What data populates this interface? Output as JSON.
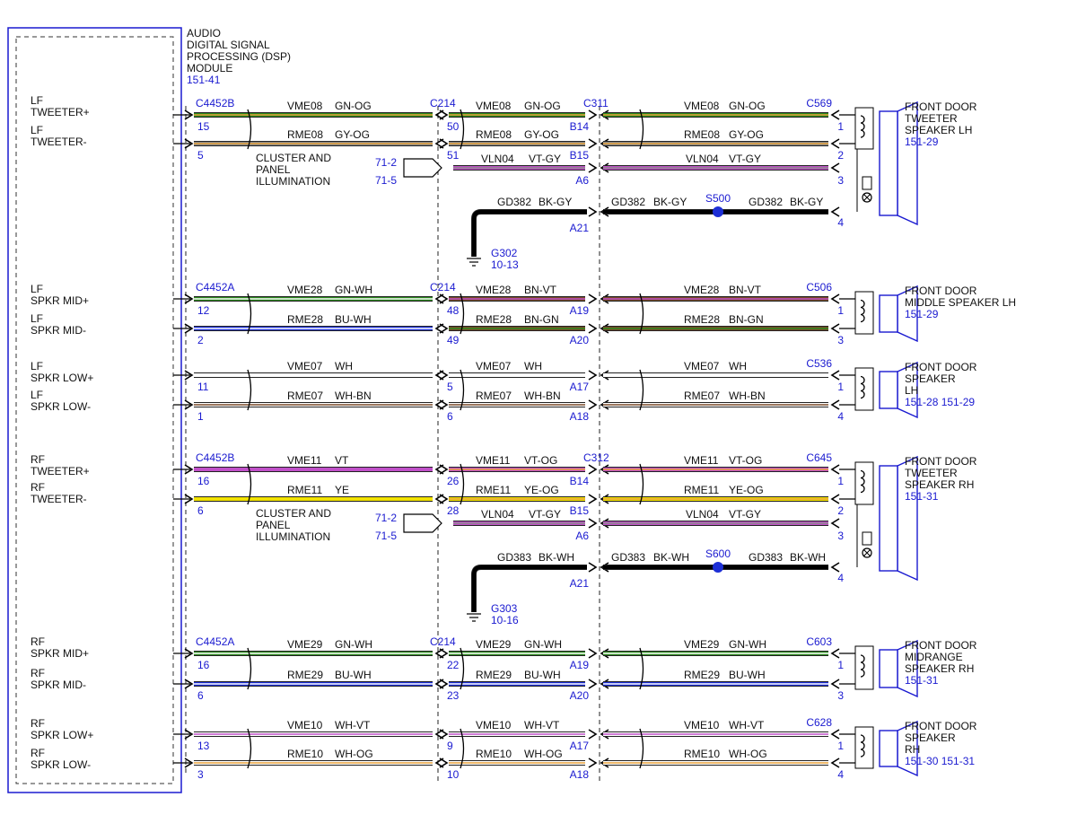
{
  "colors": {
    "blue": "#1a1ad0",
    "GN": "#2c8a1e",
    "OG": "#e8a23a",
    "GY": "#8a8a8a",
    "VT": "#c050c8",
    "BK": "#000000",
    "WH": "#ffffff",
    "BN": "#7a4a28",
    "BU": "#1d2fd6",
    "YE": "#f2e200",
    "PK": "#e8a0b0",
    "RD": "#d43030"
  },
  "module": {
    "title": [
      "AUDIO",
      "DIGITAL SIGNAL",
      "PROCESSING (DSP)",
      "MODULE"
    ],
    "ref": "151-41"
  },
  "illumination_label": [
    "CLUSTER AND",
    "PANEL",
    "ILLUMINATION"
  ],
  "sections": [
    {
      "id": "lf-tweeter",
      "module_connector": "C4452B",
      "inline1": "C214",
      "inline2": "C311",
      "speaker_connector": "C569",
      "speaker": [
        "FRONT DOOR",
        "TWEETER",
        "SPEAKER LH"
      ],
      "speaker_refs": "151-29",
      "wires": [
        {
          "label": [
            "LF",
            "TWEETER+"
          ],
          "pins": [
            "15",
            "50",
            "B14",
            "1"
          ],
          "circuits": [
            "VME08",
            "VME08",
            "VME08"
          ],
          "colors": [
            "GN-OG",
            "GN-OG",
            "GN-OG"
          ]
        },
        {
          "label": [
            "LF",
            "TWEETER-"
          ],
          "pins": [
            "5",
            "51",
            "B15",
            "2"
          ],
          "circuits": [
            "RME08",
            "RME08",
            "RME08"
          ],
          "colors": [
            "GY-OG",
            "GY-OG",
            "GY-OG"
          ]
        }
      ],
      "lamp": {
        "refs": [
          "71-2",
          "71-5"
        ],
        "circuit": "VLN04",
        "color": "VT-GY",
        "pin_mid": "A6",
        "pin_spk": "3"
      },
      "ground": {
        "circuit": "GD382",
        "color": "BK-GY",
        "splice": "S500",
        "pin_mid": "A21",
        "pin_spk": "4",
        "gnode": "G302",
        "gref": "10-13"
      }
    },
    {
      "id": "lf-mid",
      "module_connector": "C4452A",
      "inline1": "C214",
      "speaker_connector": "C506",
      "speaker": [
        "FRONT DOOR",
        "MIDDLE SPEAKER LH"
      ],
      "speaker_refs": "151-29",
      "wires": [
        {
          "label": [
            "LF",
            "SPKR MID+"
          ],
          "pins": [
            "12",
            "48",
            "A19",
            "1"
          ],
          "circuits": [
            "VME28",
            "VME28",
            "VME28"
          ],
          "colors": [
            "GN-WH",
            "BN-VT",
            "BN-VT"
          ]
        },
        {
          "label": [
            "LF",
            "SPKR MID-"
          ],
          "pins": [
            "2",
            "49",
            "A20",
            "3"
          ],
          "circuits": [
            "RME28",
            "RME28",
            "RME28"
          ],
          "colors": [
            "BU-WH",
            "BN-GN",
            "BN-GN"
          ]
        }
      ]
    },
    {
      "id": "lf-low",
      "speaker_connector": "C536",
      "speaker": [
        "FRONT DOOR",
        "SPEAKER",
        "LH"
      ],
      "speaker_refs": "151-28  151-29",
      "wires": [
        {
          "label": [
            "LF",
            "SPKR LOW+"
          ],
          "pins": [
            "11",
            "5",
            "A17",
            "1"
          ],
          "circuits": [
            "VME07",
            "VME07",
            "VME07"
          ],
          "colors": [
            "WH",
            "WH",
            "WH"
          ]
        },
        {
          "label": [
            "LF",
            "SPKR LOW-"
          ],
          "pins": [
            "1",
            "6",
            "A18",
            "4"
          ],
          "circuits": [
            "RME07",
            "RME07",
            "RME07"
          ],
          "colors": [
            "WH-BN",
            "WH-BN",
            "WH-BN"
          ]
        }
      ]
    },
    {
      "id": "rf-tweeter",
      "module_connector": "C4452B",
      "inline2": "C312",
      "speaker_connector": "C645",
      "speaker": [
        "FRONT DOOR",
        "TWEETER",
        "SPEAKER RH"
      ],
      "speaker_refs": "151-31",
      "wires": [
        {
          "label": [
            "RF",
            "TWEETER+"
          ],
          "pins": [
            "16",
            "26",
            "B14",
            "1"
          ],
          "circuits": [
            "VME11",
            "VME11",
            "VME11"
          ],
          "colors": [
            "VT",
            "VT-OG",
            "VT-OG"
          ]
        },
        {
          "label": [
            "RF",
            "TWEETER-"
          ],
          "pins": [
            "6",
            "28",
            "B15",
            "2"
          ],
          "circuits": [
            "RME11",
            "RME11",
            "RME11"
          ],
          "colors": [
            "YE",
            "YE-OG",
            "YE-OG"
          ]
        }
      ],
      "lamp": {
        "refs": [
          "71-2",
          "71-5"
        ],
        "circuit": "VLN04",
        "color": "VT-GY",
        "pin_mid": "A6",
        "pin_spk": "3"
      },
      "ground": {
        "circuit": "GD383",
        "color": "BK-WH",
        "splice": "S600",
        "pin_mid": "A21",
        "pin_spk": "4",
        "gnode": "G303",
        "gref": "10-16"
      }
    },
    {
      "id": "rf-mid",
      "module_connector": "C4452A",
      "inline1": "C214",
      "speaker_connector": "C603",
      "speaker": [
        "FRONT DOOR",
        "MIDRANGE",
        "SPEAKER RH"
      ],
      "speaker_refs": "151-31",
      "wires": [
        {
          "label": [
            "RF",
            "SPKR MID+"
          ],
          "pins": [
            "16",
            "22",
            "A19",
            "1"
          ],
          "circuits": [
            "VME29",
            "VME29",
            "VME29"
          ],
          "colors": [
            "GN-WH",
            "GN-WH",
            "GN-WH"
          ]
        },
        {
          "label": [
            "RF",
            "SPKR MID-"
          ],
          "pins": [
            "6",
            "23",
            "A20",
            "3"
          ],
          "circuits": [
            "RME29",
            "RME29",
            "RME29"
          ],
          "colors": [
            "BU-WH",
            "BU-WH",
            "BU-WH"
          ]
        }
      ]
    },
    {
      "id": "rf-low",
      "speaker_connector": "C628",
      "speaker": [
        "FRONT DOOR",
        "SPEAKER",
        "RH"
      ],
      "speaker_refs": "151-30  151-31",
      "wires": [
        {
          "label": [
            "RF",
            "SPKR LOW+"
          ],
          "pins": [
            "13",
            "9",
            "A17",
            "1"
          ],
          "circuits": [
            "VME10",
            "VME10",
            "VME10"
          ],
          "colors": [
            "WH-VT",
            "WH-VT",
            "WH-VT"
          ]
        },
        {
          "label": [
            "RF",
            "SPKR LOW-"
          ],
          "pins": [
            "3",
            "10",
            "A18",
            "4"
          ],
          "circuits": [
            "RME10",
            "RME10",
            "RME10"
          ],
          "colors": [
            "WH-OG",
            "WH-OG",
            "WH-OG"
          ]
        }
      ]
    }
  ]
}
